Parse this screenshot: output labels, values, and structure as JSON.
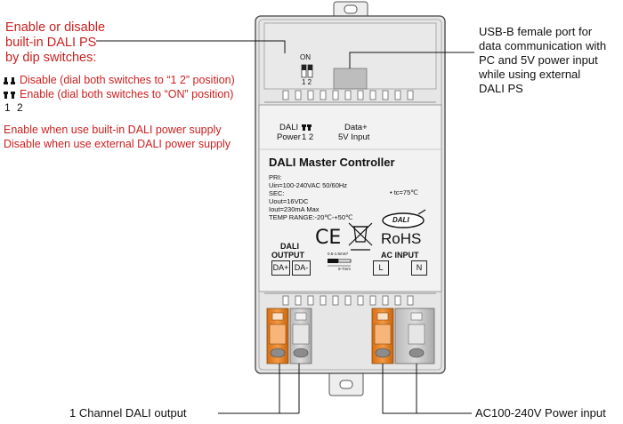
{
  "left_notes": {
    "title_lines": [
      "Enable or disable",
      "built-in DALI PS",
      "by dip switches:"
    ],
    "disable_option": "Disable (dial both switches to “1 2” position)",
    "enable_option": "Enable (dial both switches to “ON” position)",
    "switch_numbers": [
      "1",
      "2"
    ],
    "enable_when": "Enable when use built-in DALI power supply",
    "disable_when": "Disable when use external DALI power supply"
  },
  "usb_callout_lines": [
    "USB-B female port for",
    "data communication with",
    "PC and 5V power input",
    "while using external",
    "DALI PS"
  ],
  "device": {
    "dip_on_label": "ON",
    "dip_numbers": "1 2",
    "dali_power_label": [
      "DALI",
      "Power"
    ],
    "dali_power_numbers": "1 2",
    "data_label": [
      "Data+",
      "5V Input"
    ],
    "title": "DALI Master Controller",
    "specs": [
      "PRI:",
      "Uin=100-240VAC   50/60Hz",
      "SEC:",
      "Uout=16VDC",
      "Iout=230mA Max",
      "TEMP RANGE:-20℃-+50℃"
    ],
    "tc": "• tc=75℃",
    "dali_logo": "DALI",
    "ce_mark": "CE",
    "rohs": "RoHS",
    "output_label": [
      "DALI",
      "OUTPUT"
    ],
    "output_terminals": [
      "DA+",
      "DA-"
    ],
    "wire_spec_top": "0.5-1.5mm²",
    "wire_spec_bottom": "6-7mm",
    "ac_input_label": "AC INPUT",
    "ac_terminals": [
      "L",
      "N"
    ]
  },
  "bottom_callouts": {
    "left": "1 Channel DALI output",
    "right": "AC100-240V Power input"
  },
  "colors": {
    "accent_red": "#cc1f1f",
    "terminal_orange": "#e07b22",
    "housing_gray": "#e4e4e4"
  }
}
